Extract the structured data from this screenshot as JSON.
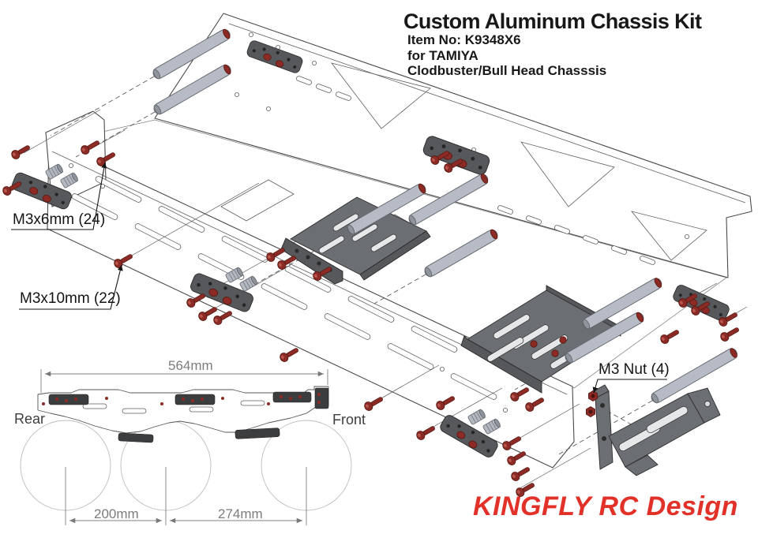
{
  "title_block": {
    "title": "Custom Aluminum Chassis Kit",
    "line1": "Item No: K9348X6",
    "line2": "for TAMIYA",
    "line3": "Clodbuster/Bull Head Chasssis"
  },
  "callouts": {
    "m3x6": "M3x6mm (24)",
    "m3x10": "M3x10mm (22)",
    "m3_nut": "M3 Nut (4)"
  },
  "dimension_view": {
    "overall_length": "564mm",
    "rear": "Rear",
    "front": "Front",
    "dim_rear_mid": "200mm",
    "dim_mid_front": "274mm"
  },
  "brand": {
    "text": "KINGFLY RC Design",
    "color": "#e23128"
  },
  "palette": {
    "screw_red": "#8c2b25",
    "rod_gray": "#b7bbc5",
    "part_gray": "#6b6e72",
    "outline_gray": "#4b4b4b"
  }
}
